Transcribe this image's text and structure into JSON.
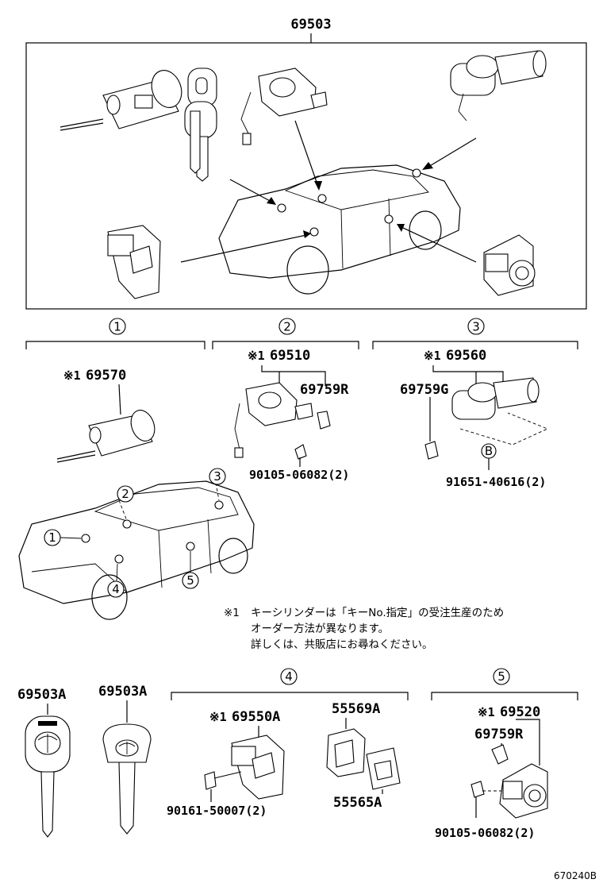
{
  "assembly": {
    "part_no": "69503"
  },
  "groups": {
    "g1": {
      "circle": "1",
      "mark": "※1",
      "part": "69570"
    },
    "g2": {
      "circle": "2",
      "mark": "※1",
      "part": "69510",
      "sub": "69759R",
      "bolt": "90105-06082(2)"
    },
    "g3": {
      "circle": "3",
      "mark": "※1",
      "part": "69560",
      "sub": "69759G",
      "ref": "B",
      "bolt": "91651-40616(2)"
    },
    "g4": {
      "circle": "4",
      "mark": "※1",
      "part": "69550A",
      "cover": "55569A",
      "pad": "55565A",
      "bolt": "90161-50007(2)"
    },
    "g5": {
      "circle": "5",
      "mark": "※1",
      "part": "69520",
      "sub": "69759R",
      "bolt": "90105-06082(2)"
    }
  },
  "car_locations": [
    "1",
    "2",
    "3",
    "4",
    "5"
  ],
  "keys": {
    "key1": "69503A",
    "key2": "69503A"
  },
  "note": {
    "mark": "※1",
    "line1": "キーシリンダーは「キーNo.指定」の受注生産のため",
    "line2": "オーダー方法が異なります。",
    "line3": "詳しくは、共販店にお尋ねください。"
  },
  "drawing_no": "670240B"
}
